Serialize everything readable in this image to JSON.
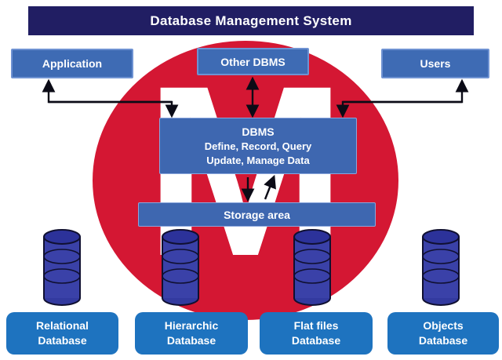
{
  "banner": {
    "title": "Database Management System"
  },
  "top_boxes": {
    "application": "Application",
    "other_dbms": "Other DBMS",
    "users": "Users"
  },
  "dbms_box": {
    "title": "DBMS",
    "line2": "Define, Record, Query",
    "line3": "Update, Manage Data"
  },
  "storage_box": {
    "label": "Storage area"
  },
  "watermark": {
    "letter": "M"
  },
  "databases": [
    {
      "line1": "Relational",
      "line2": "Database"
    },
    {
      "line1": "Hierarchic",
      "line2": "Database"
    },
    {
      "line1": "Flat files",
      "line2": "Database"
    },
    {
      "line1": "Objects",
      "line2": "Database"
    }
  ],
  "colors": {
    "banner_bg": "#211e63",
    "node_blue": "#3e6bb4",
    "circle_red": "#d41733",
    "cylinder_indigo": "#3a41a8",
    "bottom_box_blue": "#1e73bf",
    "arrow_black": "#0b0b16",
    "watermark_white": "#ffffff"
  }
}
